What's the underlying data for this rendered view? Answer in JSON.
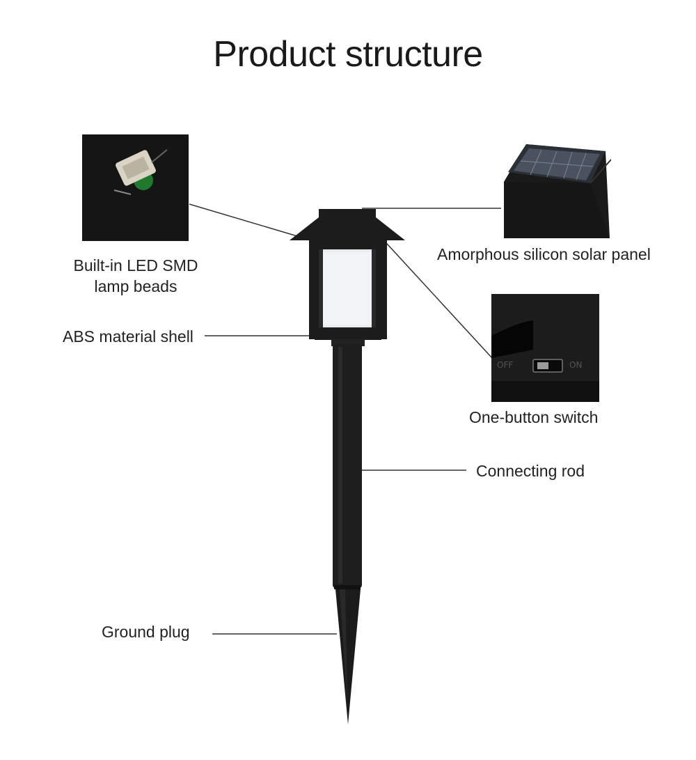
{
  "title": "Product structure",
  "labels": {
    "led_line1": "Built-in LED SMD",
    "led_line2": "lamp beads",
    "solar_panel": "Amorphous silicon solar panel",
    "shell": "ABS material shell",
    "switch": "One-button switch",
    "rod": "Connecting rod",
    "ground_plug": "Ground plug"
  },
  "colors": {
    "lamp_body": "#1c1c1c",
    "lamp_glass": "#e9ecef",
    "leader_line": "#333333",
    "background": "#ffffff"
  }
}
